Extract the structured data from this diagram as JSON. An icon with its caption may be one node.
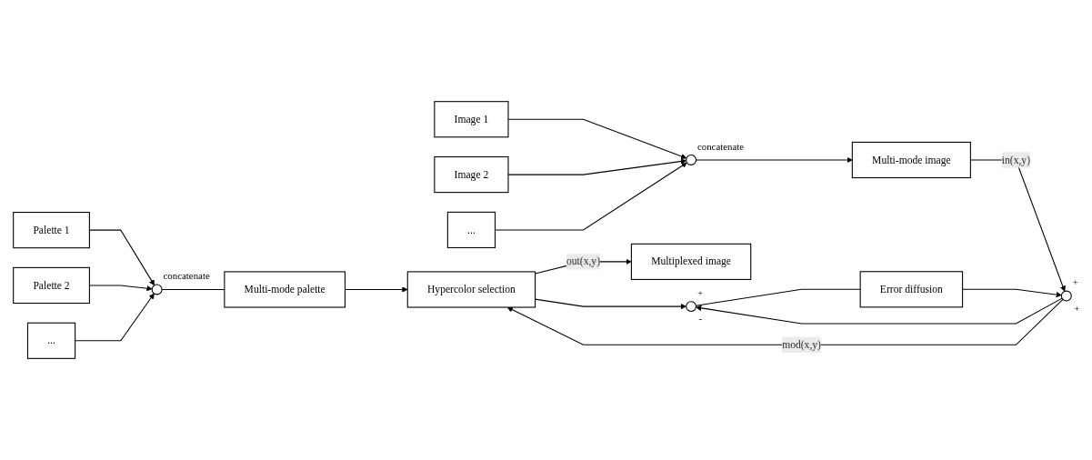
{
  "diagram": {
    "nodes": [
      {
        "text": [
          "Palette 1"
        ]
      },
      {
        "text": [
          "Palette 2"
        ]
      },
      {
        "text": [
          "..."
        ]
      },
      {
        "text": [],
        "shape": "circle",
        "beside": [
          "concatenate"
        ]
      },
      {
        "text": [
          "Multi-mode palette"
        ]
      },
      {
        "text": [
          "Image 1"
        ]
      },
      {
        "text": [
          "Image 2"
        ]
      },
      {
        "text": [
          "..."
        ]
      },
      {
        "text": [],
        "shape": "circle",
        "beside": [
          "concatenate"
        ]
      },
      {
        "text": [
          "Multi-mode image"
        ]
      },
      {
        "text": [],
        "shape": "circle",
        "beside": [
          "+",
          "+"
        ]
      },
      {
        "text": [
          "Hypercolor selection"
        ]
      },
      {
        "text": [
          "Multiplexed image"
        ]
      },
      {
        "text": [],
        "shape": "circle",
        "beside": [
          "+",
          "-"
        ]
      },
      {
        "text": [
          "Error diffusion"
        ]
      }
    ],
    "edges": [
      {
        "from": 0,
        "to": 3,
        "arrow": "to"
      },
      {
        "from": 1,
        "to": 3,
        "arrow": "to"
      },
      {
        "from": 2,
        "to": 3,
        "arrow": "to"
      },
      {
        "from": 3,
        "to": 4,
        "arrow": "none"
      },
      {
        "from": 4,
        "to": 11,
        "arrow": "to"
      },
      {
        "from": 5,
        "to": 8,
        "arrow": "to"
      },
      {
        "from": 6,
        "to": 8,
        "arrow": "to"
      },
      {
        "from": 7,
        "to": 8,
        "arrow": "to"
      },
      {
        "from": 8,
        "to": 9,
        "arrow": "to"
      },
      {
        "from": 9,
        "to": 10,
        "arrow": "to",
        "label": "in(x,y)"
      },
      {
        "from": 10,
        "to": 11,
        "arrow": "to",
        "label": "mod(x,y)"
      },
      {
        "from": 11,
        "to": 12,
        "arrow": "to",
        "label": "out(x,y)"
      },
      {
        "from": 11,
        "to": 13,
        "arrow": "to"
      },
      {
        "from": 10,
        "to": 13,
        "arrow": "to"
      },
      {
        "from": 13,
        "to": 14,
        "arrow": "none"
      },
      {
        "from": 14,
        "to": 10,
        "arrow": "to"
      }
    ]
  }
}
